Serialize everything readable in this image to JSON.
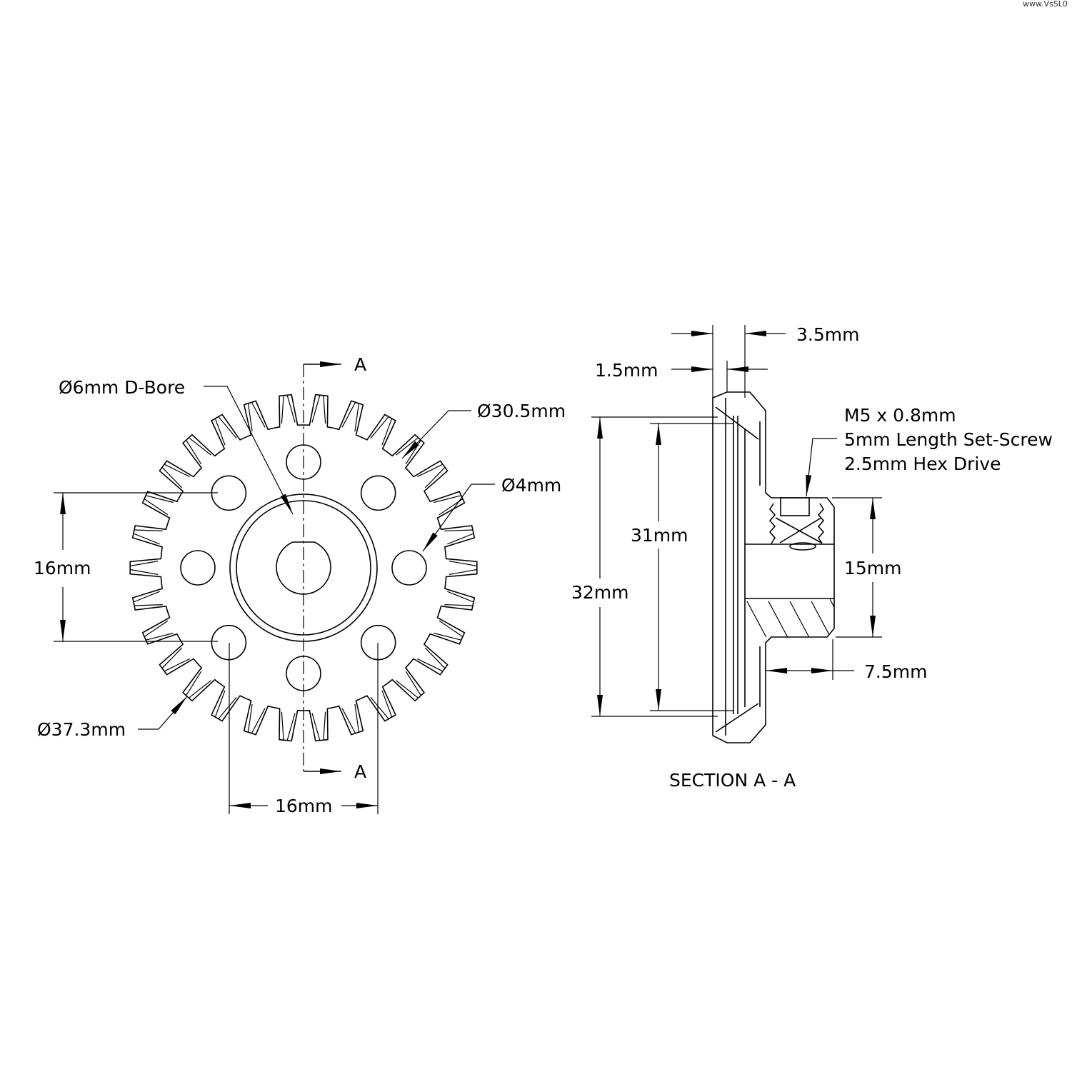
{
  "watermark": "www.VsSL0",
  "front_view": {
    "section_label_top": "A",
    "section_label_bottom": "A",
    "bore_label": "Ø6mm D-Bore",
    "pitch_dia_label": "Ø30.5mm",
    "hole_dia_label": "Ø4mm",
    "outer_dia_label": "Ø37.3mm",
    "vertical_spacing_label": "16mm",
    "horizontal_spacing_label": "16mm",
    "tooth_count": 30,
    "hole_count": 8
  },
  "section_view": {
    "title": "SECTION A - A",
    "dim_3_5": "3.5mm",
    "dim_1_5": "1.5mm",
    "dim_31": "31mm",
    "dim_32": "32mm",
    "dim_15": "15mm",
    "dim_7_5": "7.5mm",
    "setscrew_line1": "M5 x 0.8mm",
    "setscrew_line2": "5mm Length Set-Screw",
    "setscrew_line3": "2.5mm Hex Drive"
  }
}
